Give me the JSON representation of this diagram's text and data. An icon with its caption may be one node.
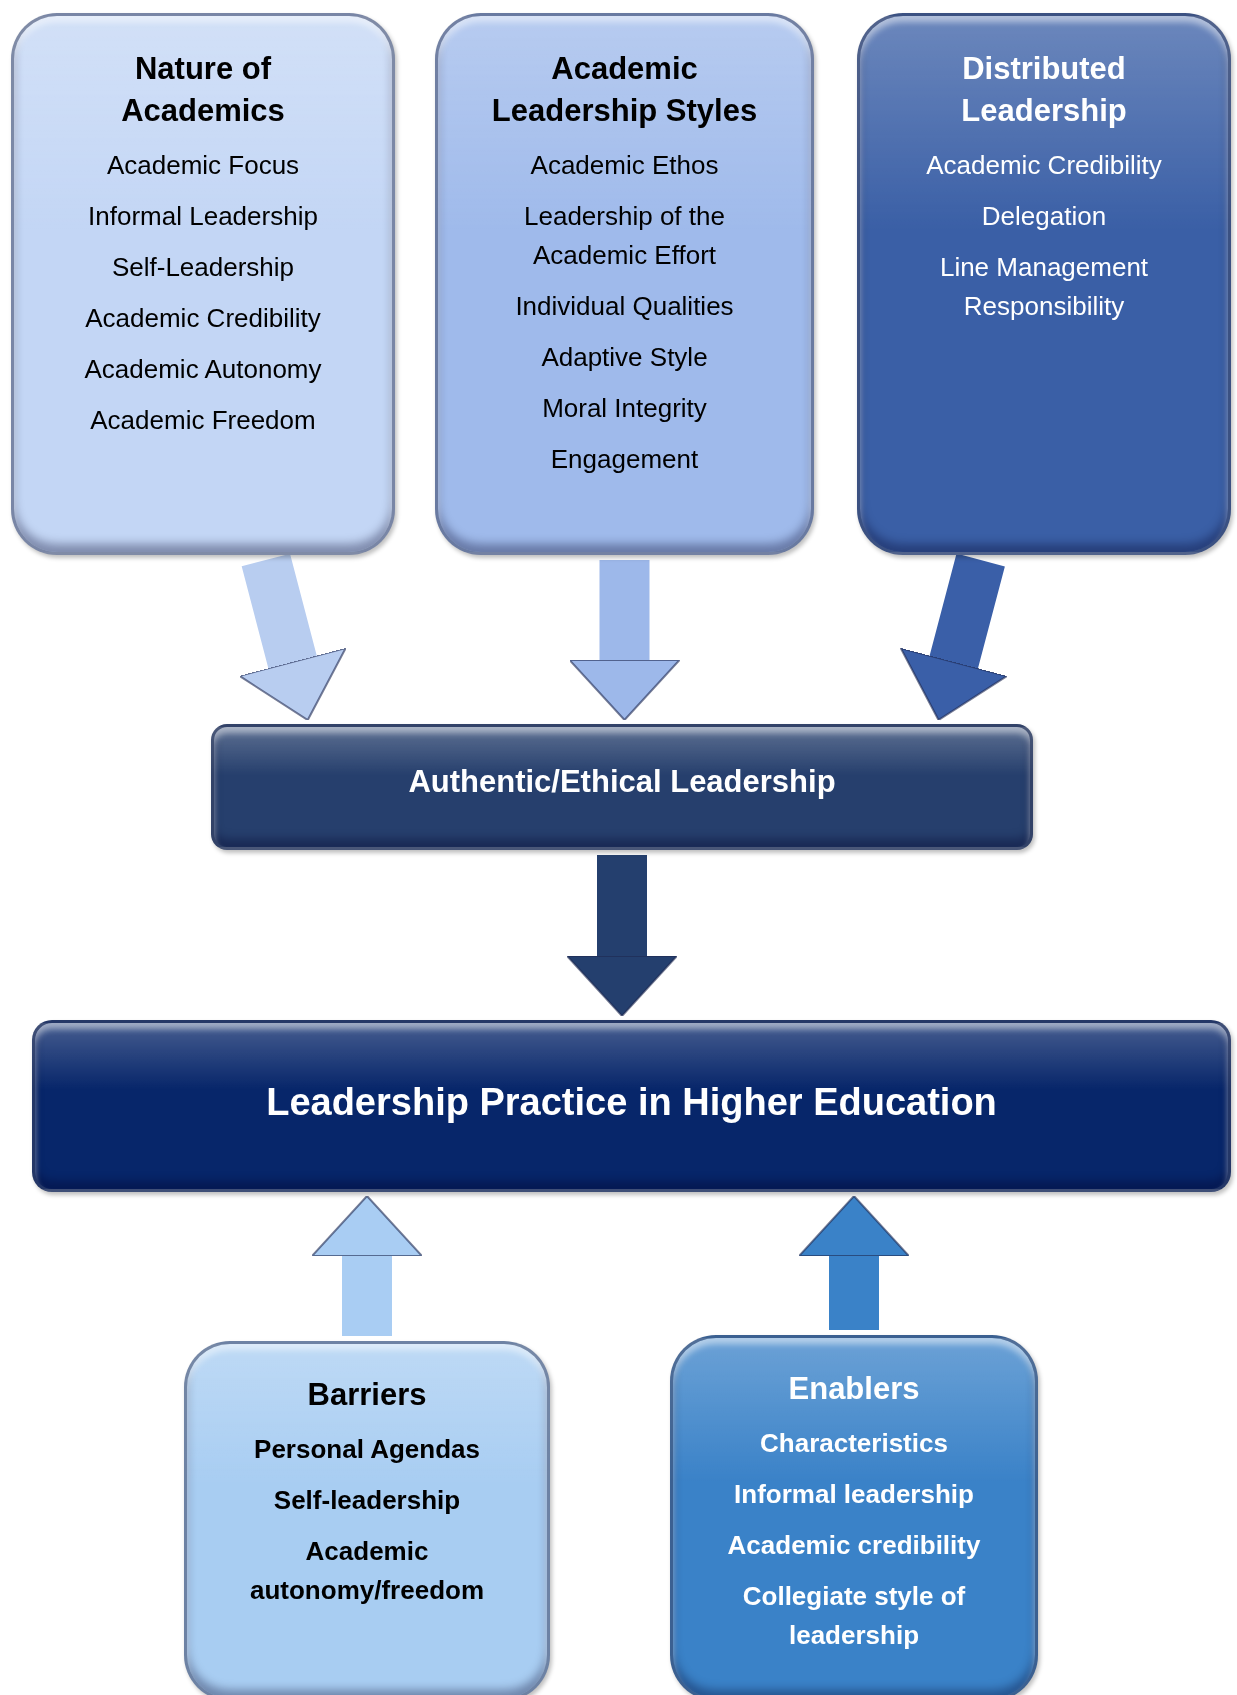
{
  "diagram": {
    "nodes": [
      {
        "text": [
          "Nature of Academics",
          "Academic Focus",
          "Informal Leadership",
          "Self-Leadership",
          "Academic Credibility",
          "Academic Autonomy",
          "Academic Freedom"
        ]
      },
      {
        "text": [
          "Academic Leadership Styles",
          "Academic Ethos",
          "Leadership of the Academic Effort",
          "Individual Qualities",
          "Adaptive Style",
          "Moral Integrity",
          "Engagement"
        ]
      },
      {
        "text": [
          "Distributed Leadership",
          "Academic Credibility",
          "Delegation",
          "Line Management Responsibility"
        ]
      },
      {
        "text": [
          "Authentic/Ethical Leadership"
        ]
      },
      {
        "text": [
          "Leadership Practice in Higher Education"
        ]
      },
      {
        "text": [
          "Barriers",
          "Personal Agendas",
          "Self-leadership",
          "Academic autonomy/freedom"
        ]
      },
      {
        "text": [
          "Enablers",
          "Characteristics",
          "Informal leadership",
          "Academic credibility",
          "Collegiate style of leadership"
        ]
      }
    ],
    "edges": [
      {
        "from": 0,
        "to": 3,
        "arrow": "to",
        "color": "#b8cdf0"
      },
      {
        "from": 1,
        "to": 3,
        "arrow": "to",
        "color": "#9db8ea"
      },
      {
        "from": 2,
        "to": 3,
        "arrow": "to",
        "color": "#3a5fa8"
      },
      {
        "from": 3,
        "to": 4,
        "arrow": "to",
        "color": "#243f6e"
      },
      {
        "from": 5,
        "to": 4,
        "arrow": "to",
        "color": "#a9cdf3"
      },
      {
        "from": 6,
        "to": 4,
        "arrow": "to",
        "color": "#3a82c8"
      }
    ]
  }
}
